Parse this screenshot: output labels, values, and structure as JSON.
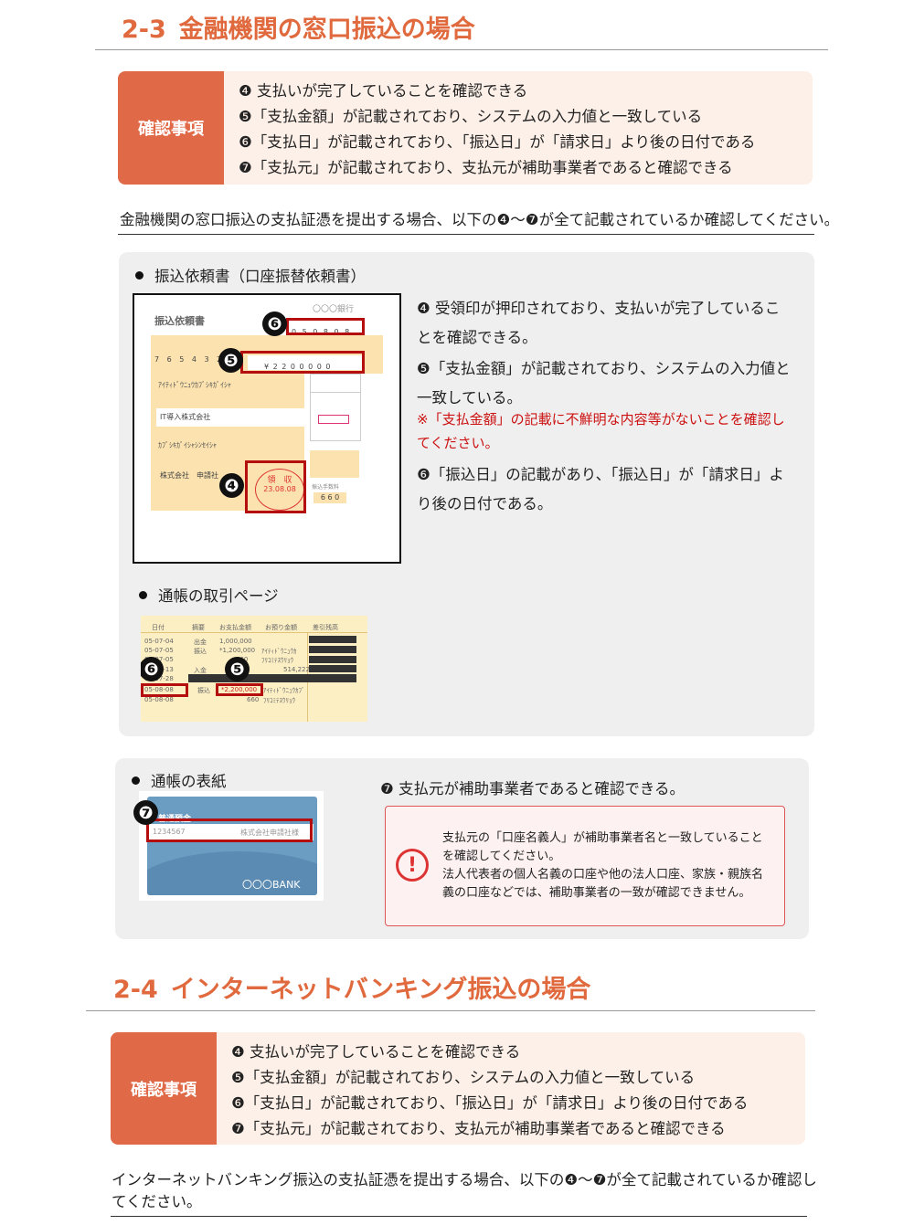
{
  "section1": {
    "number": "2-3",
    "title": "金融機関の窓口振込の場合",
    "check_label": "確認事項",
    "check_items": [
      "❹ 支払いが完了していることを確認できる",
      "❺「支払金額」が記載されており、システムの入力値と一致している",
      "❻「支払日」が記載されており、「振込日」が「請求日」より後の日付である",
      "❼「支払元」が記載されており、支払元が補助事業者であると確認できる"
    ],
    "intro": "金融機関の窓口振込の支払証憑を提出する場合、以下の❹～❼が全て記載されているか確認してください。",
    "panel1": {
      "bullet": "振込依頼書（口座振替依頼書）",
      "form": {
        "bank": "〇〇〇銀行",
        "title": "振込依頼書",
        "account_digits": "7 6 5 4 3 2 1",
        "date_digits": "0 5 0 8 0 8",
        "amount": "¥ 2 2 0 0 0 0 0",
        "payee_kana": "ｱｲﾃｨﾄﾞｳﾆｭｳｶﾌﾞｼｷｶﾞｲｼｬ",
        "payee": "IT導入株式会社",
        "requester_kana": "ｶﾌﾞｼｷｶﾞｲｼｬｼﾝｾｲｼｬ",
        "requester": "株式会社　申請社",
        "stamp_top": "領　収",
        "stamp_date": "23.08.08",
        "fee_label": "振込手数料",
        "fee": "6 6 0"
      },
      "points": [
        "❹ 受領印が押印されており、支払いが完了していることを確認できる。",
        "❺「支払金額」が記載されており、システムの入力値と一致している。",
        "❻「振込日」の記載があり、「振込日」が「請求日」より後の日付である。"
      ],
      "note": "※「支払金額」の記載に不鮮明な内容等がないことを確認してください。",
      "bullet2": "通帳の取引ページ",
      "passbook": {
        "headers": [
          "日付",
          "摘要",
          "お支払金額",
          "お預り金額",
          "差引残高"
        ],
        "rows": [
          [
            "05-07-04",
            "出金",
            "1,000,000",
            "",
            ""
          ],
          [
            "05-07-05",
            "振込",
            "*1,200,000",
            "ｱｲﾃｨﾄﾞｳﾆｭｳｶ",
            ""
          ],
          [
            "05-07-05",
            "",
            "660",
            "ﾌﾘｺﾐﾃｽｳﾘｮｳ",
            ""
          ],
          [
            "05-07-13",
            "入金",
            "",
            "514,222",
            ""
          ],
          [
            "05-07-28",
            "",
            "",
            "",
            ""
          ],
          [
            "05-08-08",
            "振込",
            "*2,200,000",
            "ｱｲﾃｨﾄﾞｳﾆｭｳｶﾌﾞ",
            ""
          ],
          [
            "05-08-08",
            "",
            "660",
            "ﾌﾘｺﾐﾃｽｳﾘｮｳ",
            ""
          ]
        ]
      }
    },
    "panel2": {
      "bullet": "通帳の表紙",
      "cover": {
        "label": "普通預金",
        "number": "1234567",
        "holder": "株式会社申請社様",
        "bank": "〇〇〇BANK"
      },
      "point": "❼ 支払元が補助事業者であると確認できる。",
      "warning": [
        "支払元の「口座名義人」が補助事業者名と一致していること",
        "を確認してください。",
        "法人代表者の個人名義の口座や他の法人口座、家族・親族名",
        "義の口座などでは、補助事業者の一致が確認できません。"
      ]
    }
  },
  "section2": {
    "number": "2-4",
    "title": "インターネットバンキング振込の場合",
    "check_label": "確認事項",
    "check_items": [
      "❹ 支払いが完了していることを確認できる",
      "❺「支払金額」が記載されており、システムの入力値と一致している",
      "❻「支払日」が記載されており、「振込日」が「請求日」より後の日付である",
      "❼「支払元」が記載されており、支払元が補助事業者であると確認できる"
    ],
    "intro_line1": "インターネットバンキング振込の支払証憑を提出する場合、以下の❹～❼が全て記載されているか確認し",
    "intro_line2": "てください。"
  },
  "markers": {
    "m4": "❹",
    "m5": "❺",
    "m6": "❻",
    "m7": "❼",
    "warn": "!"
  },
  "colors": {
    "accent": "#e06a3e",
    "label_bg": "#e06a48",
    "box_bg": "#fdf0e8",
    "panel_bg": "#efefef",
    "alert": "#b40e0e"
  }
}
